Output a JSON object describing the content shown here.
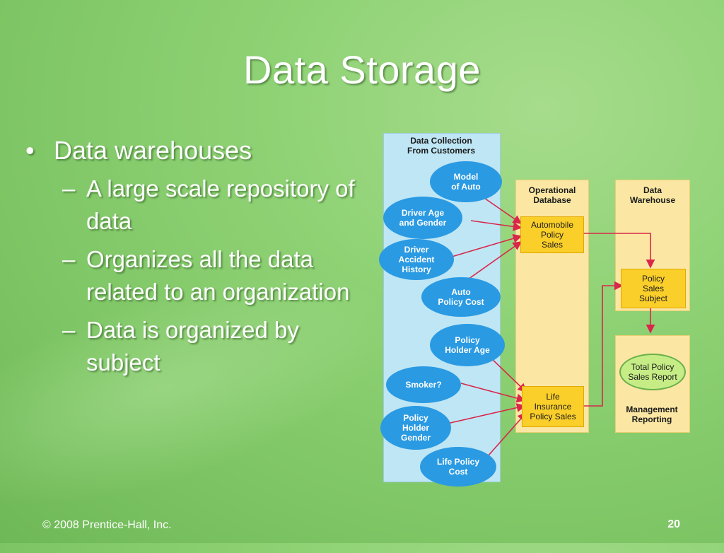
{
  "slide": {
    "title": "Data Storage",
    "bullet": "Data warehouses",
    "bullet_marker": "•",
    "sub_marker": "–",
    "subbullets": [
      "A large scale repository of data",
      "Organizes all the data related to an organization",
      "Data is organized by subject"
    ],
    "footer_left": "© 2008 Prentice-Hall, Inc.",
    "footer_right": "20"
  },
  "diagram": {
    "col1_header": "Data Collection\nFrom Customers",
    "col2_header": "Operational\nDatabase",
    "col3_header": "Data\nWarehouse",
    "ellipses": [
      "Model\nof Auto",
      "Driver Age\nand Gender",
      "Driver\nAccident\nHistory",
      "Auto\nPolicy Cost",
      "Policy\nHolder Age",
      "Smoker?",
      "Policy\nHolder\nGender",
      "Life Policy\nCost"
    ],
    "db_auto": "Automobile\nPolicy\nSales",
    "db_life": "Life\nInsurance\nPolicy Sales",
    "wh_subject": "Policy\nSales\nSubject",
    "report": "Total Policy\nSales Report",
    "mgmt": "Management\nReporting",
    "colors": {
      "col1_bg": "#bfe6f5",
      "ellipse": "#2a9ae3",
      "col_bg": "#fbe7a3",
      "box": "#fbcf2a",
      "arrow": "#d9264a",
      "report_fill": "#c6ec86"
    }
  }
}
